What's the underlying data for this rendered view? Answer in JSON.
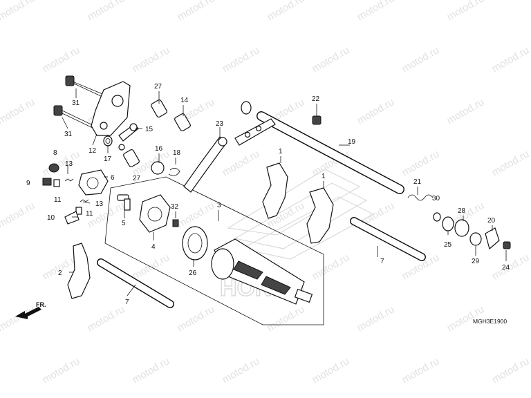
{
  "diagram": {
    "code": "MGH3E1900",
    "direction_label": "FR.",
    "logo_text": "HONDA",
    "watermark": "motod.ru",
    "callouts": [
      {
        "id": "31a",
        "text": "31"
      },
      {
        "id": "31b",
        "text": "31"
      },
      {
        "id": "27a",
        "text": "27"
      },
      {
        "id": "14",
        "text": "14"
      },
      {
        "id": "15",
        "text": "15"
      },
      {
        "id": "12",
        "text": "12"
      },
      {
        "id": "17",
        "text": "17"
      },
      {
        "id": "23",
        "text": "23"
      },
      {
        "id": "22",
        "text": "22"
      },
      {
        "id": "19",
        "text": "19"
      },
      {
        "id": "8",
        "text": "8"
      },
      {
        "id": "13a",
        "text": "13"
      },
      {
        "id": "9",
        "text": "9"
      },
      {
        "id": "11a",
        "text": "11"
      },
      {
        "id": "6",
        "text": "6"
      },
      {
        "id": "16",
        "text": "16"
      },
      {
        "id": "18",
        "text": "18"
      },
      {
        "id": "27b",
        "text": "27"
      },
      {
        "id": "1a",
        "text": "1"
      },
      {
        "id": "1b",
        "text": "1"
      },
      {
        "id": "21",
        "text": "21"
      },
      {
        "id": "30",
        "text": "30"
      },
      {
        "id": "28",
        "text": "28"
      },
      {
        "id": "20",
        "text": "20"
      },
      {
        "id": "25",
        "text": "25"
      },
      {
        "id": "29",
        "text": "29"
      },
      {
        "id": "24",
        "text": "24"
      },
      {
        "id": "13b",
        "text": "13"
      },
      {
        "id": "10",
        "text": "10"
      },
      {
        "id": "11b",
        "text": "11"
      },
      {
        "id": "5",
        "text": "5"
      },
      {
        "id": "32",
        "text": "32"
      },
      {
        "id": "3",
        "text": "3"
      },
      {
        "id": "4",
        "text": "4"
      },
      {
        "id": "26",
        "text": "26"
      },
      {
        "id": "7a",
        "text": "7"
      },
      {
        "id": "7b",
        "text": "7"
      },
      {
        "id": "2",
        "text": "2"
      }
    ]
  }
}
